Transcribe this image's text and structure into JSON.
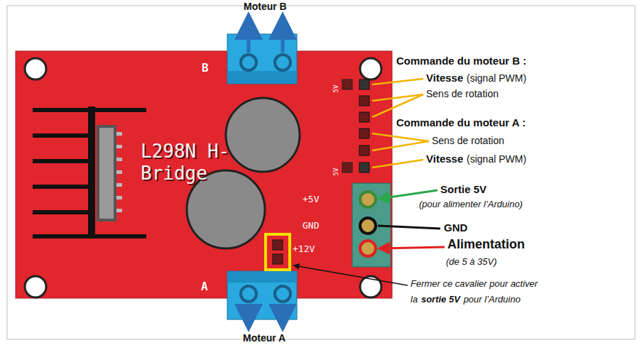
{
  "diagram": {
    "nodes": [
      {
        "text": [
          "L298N H-Bridge",
          "B",
          "A",
          "5V",
          "5V",
          "+5V",
          "GND",
          "+12V"
        ]
      }
    ],
    "labels": [
      "Moteur B",
      "Moteur A",
      "Commande du moteur B :",
      "Vitesse",
      "(signal PWM)",
      "Sens de rotation",
      "Commande du moteur A :",
      "Sens de rotation",
      "Vitesse",
      "(signal PWM)",
      "Sortie 5V",
      "(pour alimenter l’Arduino)",
      "GND",
      "Alimentation",
      "(de 5 à 35V)",
      "Fermer ce cavalier pour activer",
      "la",
      "sortie 5V",
      "pour l’Arduino"
    ]
  }
}
